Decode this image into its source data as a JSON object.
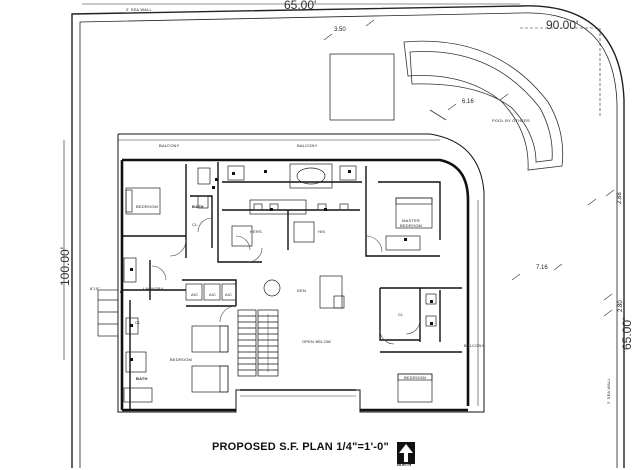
{
  "title": "PROPOSED S.F. PLAN 1/4\"=1'-0\"",
  "north_label": "NORTH",
  "dimensions": {
    "top_length": "65.00'",
    "arc_length": "90.00'",
    "left_length": "100.00'",
    "right_length": "65.00'",
    "d_350": "3.50",
    "d_616": "6.16",
    "d_288": "2.88",
    "d_716": "7.16",
    "d_280": "2.80",
    "d_810": "8'10\""
  },
  "boundary": {
    "sea_wall_top": "2' SEA WALL",
    "sea_wall_right": "2' SEA WALL",
    "pool": "POOL BY OTHERS"
  },
  "rooms": {
    "balcony_left": "BALCONY",
    "balcony_top": "BALCONY",
    "balcony_right": "BALCONY",
    "bedroom_nw": "BEDROOM",
    "bath_nw": "BATH",
    "cl_nw": "CL",
    "his": "HERS",
    "hers": "HIS",
    "master_bedroom": "MASTER BEDROOM",
    "laundry": "LAUNDRY",
    "den": "DEN",
    "open_below": "OPEN BELOW",
    "cl_left": "CL",
    "bedroom_sw": "BEDROOM",
    "bath_sw": "BATH",
    "cl_right": "CL",
    "bedroom_se": "BEDROOM"
  },
  "appliances": [
    "AIC",
    "AIC",
    "AIC"
  ]
}
